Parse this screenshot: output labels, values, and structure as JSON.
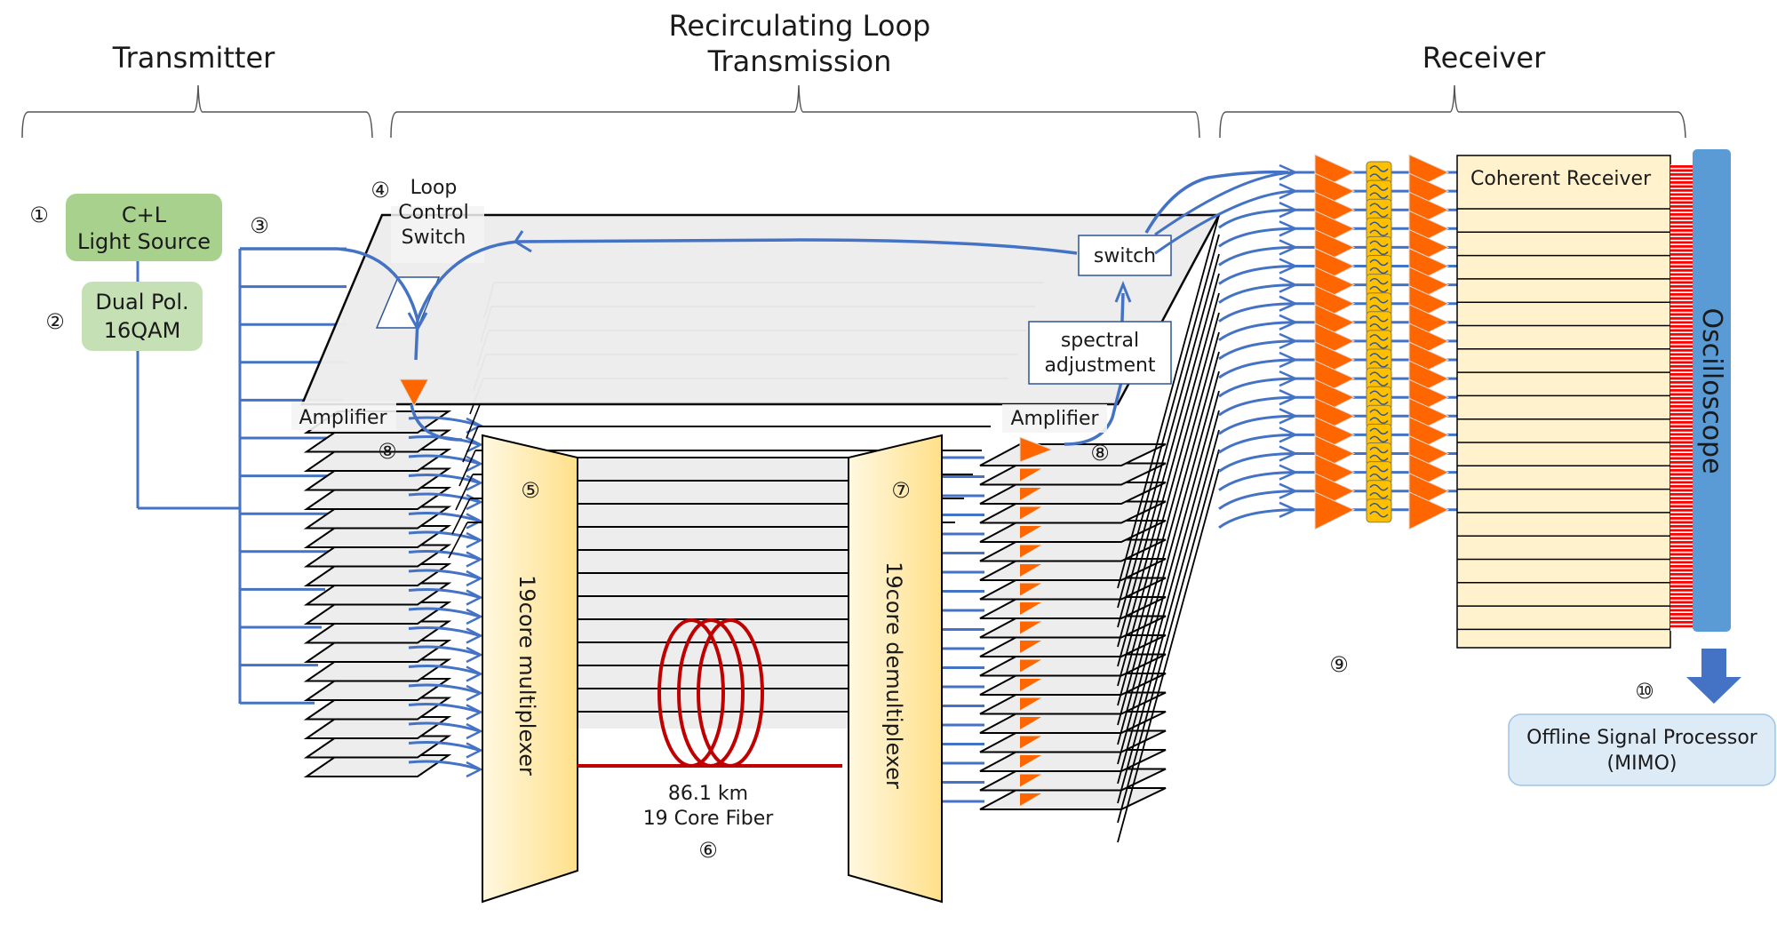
{
  "sections": {
    "transmitter": "Transmitter",
    "loop_line1": "Recirculating Loop",
    "loop_line2": "Transmission",
    "receiver": "Receiver"
  },
  "transmitter": {
    "light_source": {
      "marker": "①",
      "line1": "C+L",
      "line2": "Light Source"
    },
    "modulator": {
      "marker": "②",
      "line1": "Dual Pol.",
      "line2": "16QAM"
    },
    "splitter_marker": "③"
  },
  "loop": {
    "control_switch": {
      "marker": "④",
      "line1": "Loop",
      "line2": "Control",
      "line3": "Switch"
    },
    "multiplexer": {
      "marker": "⑤",
      "label": "19core multiplexer"
    },
    "fiber": {
      "marker": "⑥",
      "line1": "86.1 km",
      "line2": "19 Core Fiber"
    },
    "demultiplexer": {
      "marker": "⑦",
      "label": "19core demultiplexer"
    },
    "amplifier_in": {
      "marker": "⑧",
      "label": "Amplifier"
    },
    "amplifier_out": {
      "marker": "⑧",
      "label": "Amplifier"
    },
    "spectral": {
      "line1": "spectral",
      "line2": "adjustment"
    },
    "switch": "switch",
    "core_count": 19
  },
  "receiver": {
    "amp_marker": "⑨",
    "coherent_receiver": "Coherent Receiver",
    "oscilloscope": "Oscilloscope",
    "dsp_marker": "⑩",
    "dsp": {
      "line1": "Offline Signal Processor",
      "line2": "(MIMO)"
    },
    "channel_count": 19
  },
  "colors": {
    "fiber_blue": "#4472C4",
    "amp_orange": "#FF6600",
    "filter_yellow": "#FFC000",
    "receiver_fill": "#FFF2CC",
    "mux_fill": "#FFE699",
    "plane_fill": "#EDEDED",
    "osc_blue": "#5B9BD5",
    "arrow_blue": "#4472C4",
    "green_dark": "#A9D18E",
    "green_light": "#C5E0B4",
    "dsp_fill": "#DDEBF7",
    "fiber_red": "#C00000",
    "conn_red": "#FF0000"
  }
}
